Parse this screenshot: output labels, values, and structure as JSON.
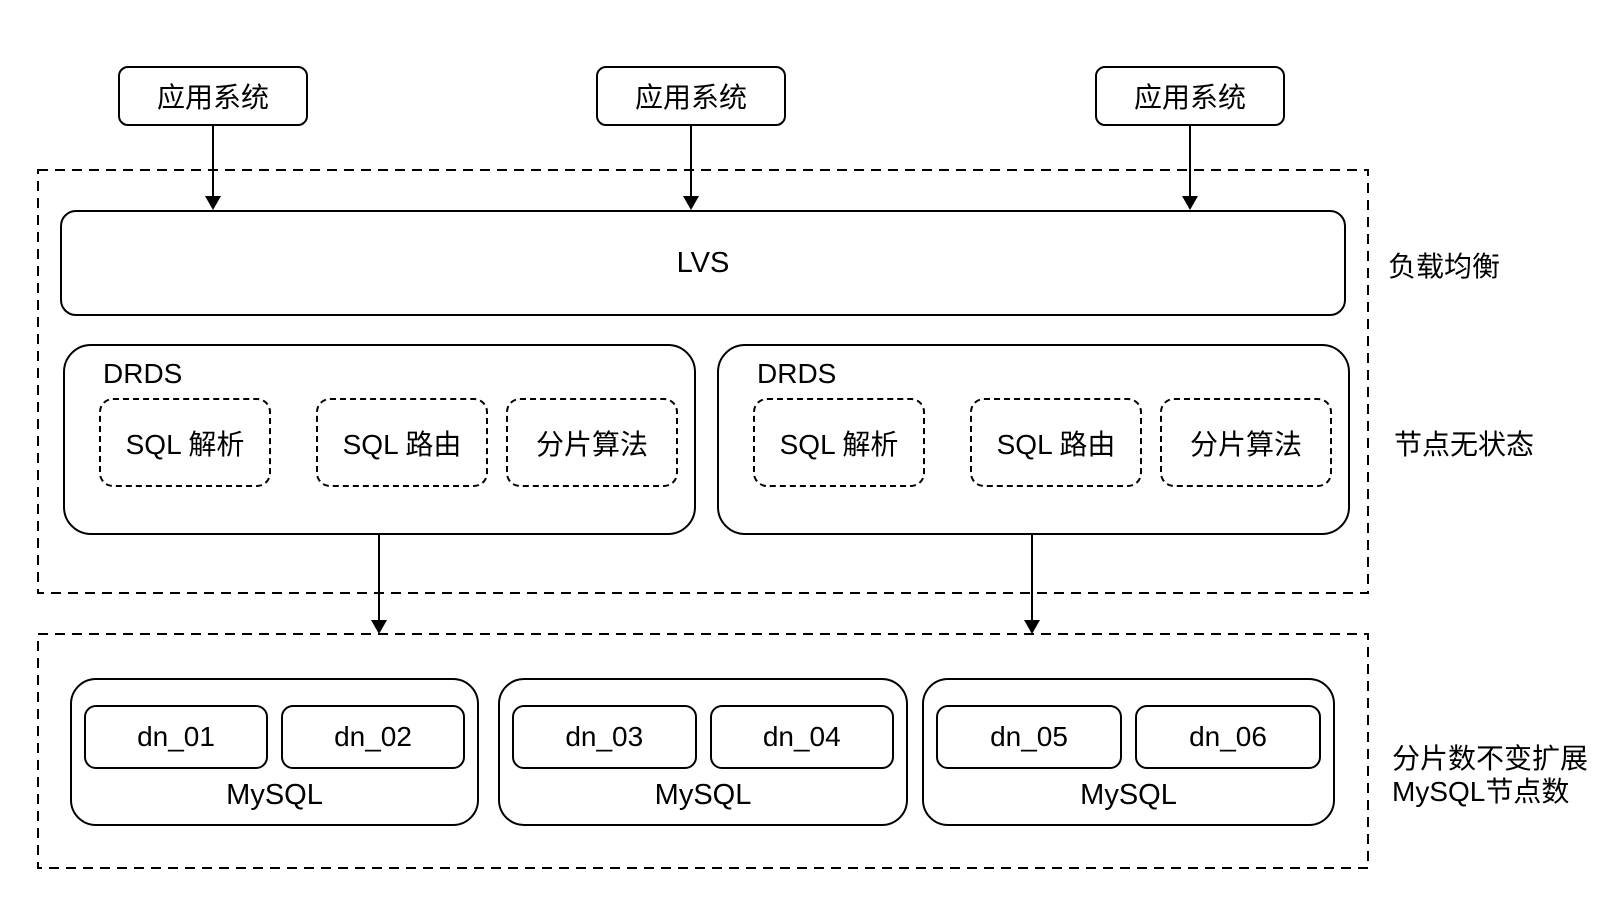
{
  "diagram": {
    "app_boxes": [
      {
        "label": "应用系统"
      },
      {
        "label": "应用系统"
      },
      {
        "label": "应用系统"
      }
    ],
    "load_balancer": {
      "label": "LVS"
    },
    "drds_nodes": [
      {
        "title": "DRDS",
        "modules": [
          "SQL 解析",
          "SQL 路由",
          "分片算法"
        ]
      },
      {
        "title": "DRDS",
        "modules": [
          "SQL 解析",
          "SQL 路由",
          "分片算法"
        ]
      }
    ],
    "mysql_groups": [
      {
        "label": "MySQL",
        "nodes": [
          "dn_01",
          "dn_02"
        ]
      },
      {
        "label": "MySQL",
        "nodes": [
          "dn_03",
          "dn_04"
        ]
      },
      {
        "label": "MySQL",
        "nodes": [
          "dn_05",
          "dn_06"
        ]
      }
    ],
    "annotations": {
      "load_balancing": "负载均衡",
      "stateless": "节点无状态",
      "scale_line1": "分片数不变扩展",
      "scale_line2": "MySQL节点数"
    },
    "colors": {
      "line": "#000000",
      "background": "#ffffff"
    }
  }
}
